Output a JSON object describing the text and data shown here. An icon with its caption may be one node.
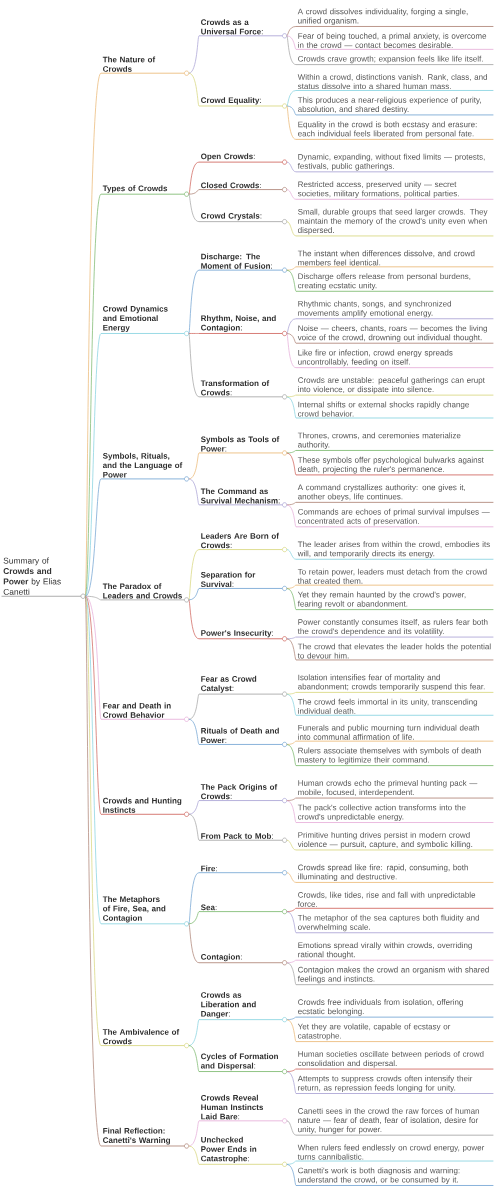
{
  "diagram": {
    "nodes": [
      {
        "text": [
          "Summary of **Crowds and Power** by Elias Canetti"
        ]
      },
      {
        "text": [
          "The Nature of Crowds"
        ]
      },
      {
        "text": [
          "**Crowds as a Universal Force**:"
        ]
      },
      {
        "text": [
          "A crowd dissolves individuality, forging a single, unified organism."
        ]
      },
      {
        "text": [
          "Fear of being touched, a primal anxiety, is overcome in the crowd — contact becomes desirable."
        ]
      },
      {
        "text": [
          "Crowds crave growth; expansion feels like life itself."
        ]
      },
      {
        "text": [
          "**Crowd Equality**:"
        ]
      },
      {
        "text": [
          "Within a crowd, distinctions vanish. Rank, class, and status dissolve into a shared human mass."
        ]
      },
      {
        "text": [
          "This produces a near-religious experience of purity, absolution, and shared destiny."
        ]
      },
      {
        "text": [
          "Equality in the crowd is both ecstasy and erasure: each individual feels liberated from personal fate."
        ]
      },
      {
        "text": [
          "Types of Crowds"
        ]
      },
      {
        "text": [
          "**Open Crowds**:"
        ]
      },
      {
        "text": [
          "Dynamic, expanding, without fixed limits — protests, festivals, public gatherings."
        ]
      },
      {
        "text": [
          "**Closed Crowds**:"
        ]
      },
      {
        "text": [
          "Restricted access, preserved unity — secret societies, military formations, political parties."
        ]
      },
      {
        "text": [
          "**Crowd Crystals**:"
        ]
      },
      {
        "text": [
          "Small, durable groups that seed larger crowds. They maintain the memory of the crowd's unity even when dispersed."
        ]
      },
      {
        "text": [
          "Crowd Dynamics and Emotional Energy"
        ]
      },
      {
        "text": [
          "**Discharge: The Moment of Fusion**:"
        ]
      },
      {
        "text": [
          "The instant when differences dissolve, and crowd members feel identical."
        ]
      },
      {
        "text": [
          "Discharge offers release from personal burdens, creating ecstatic unity."
        ]
      },
      {
        "text": [
          "**Rhythm, Noise, and Contagion**:"
        ]
      },
      {
        "text": [
          "Rhythmic chants, songs, and synchronized movements amplify emotional energy."
        ]
      },
      {
        "text": [
          "Noise — cheers, chants, roars — becomes the living voice of the crowd, drowning out individual thought."
        ]
      },
      {
        "text": [
          "Like fire or infection, crowd energy spreads uncontrollably, feeding on itself."
        ]
      },
      {
        "text": [
          "**Transformation of Crowds**:"
        ]
      },
      {
        "text": [
          "Crowds are unstable: peaceful gatherings can erupt into violence, or dissipate into silence."
        ]
      },
      {
        "text": [
          "Internal shifts or external shocks rapidly change crowd behavior."
        ]
      },
      {
        "text": [
          "Symbols, Rituals, and the Language of Power"
        ]
      },
      {
        "text": [
          "**Symbols as Tools of Power**:"
        ]
      },
      {
        "text": [
          "Thrones, crowns, and ceremonies materialize authority."
        ]
      },
      {
        "text": [
          "These symbols offer psychological bulwarks against death, projecting the ruler's permanence."
        ]
      },
      {
        "text": [
          "**The Command as Survival Mechanism**:"
        ]
      },
      {
        "text": [
          "A command crystallizes authority: one gives it, another obeys, life continues."
        ]
      },
      {
        "text": [
          "Commands are echoes of primal survival impulses — concentrated acts of preservation."
        ]
      },
      {
        "text": [
          "The Paradox of Leaders and Crowds"
        ]
      },
      {
        "text": [
          "**Leaders Are Born of Crowds**:"
        ]
      },
      {
        "text": [
          "The leader arises from within the crowd, embodies its will, and temporarily directs its energy."
        ]
      },
      {
        "text": [
          "**Separation for Survival**:"
        ]
      },
      {
        "text": [
          "To retain power, leaders must detach from the crowd that created them."
        ]
      },
      {
        "text": [
          "Yet they remain haunted by the crowd's power, fearing revolt or abandonment."
        ]
      },
      {
        "text": [
          "**Power's Insecurity**:"
        ]
      },
      {
        "text": [
          "Power constantly consumes itself, as rulers fear both the crowd's dependence and its volatility."
        ]
      },
      {
        "text": [
          "The crowd that elevates the leader holds the potential to devour him."
        ]
      },
      {
        "text": [
          "Fear and Death in Crowd Behavior"
        ]
      },
      {
        "text": [
          "**Fear as Crowd Catalyst**:"
        ]
      },
      {
        "text": [
          "Isolation intensifies fear of mortality and abandonment; crowds temporarily suspend this fear."
        ]
      },
      {
        "text": [
          "The crowd feels immortal in its unity, transcending individual death."
        ]
      },
      {
        "text": [
          "**Rituals of Death and Power**:"
        ]
      },
      {
        "text": [
          "Funerals and public mourning turn individual death into communal affirmation of life."
        ]
      },
      {
        "text": [
          "Rulers associate themselves with symbols of death mastery to legitimize their command."
        ]
      },
      {
        "text": [
          "Crowds and Hunting Instincts"
        ]
      },
      {
        "text": [
          "**The Pack Origins of Crowds**:"
        ]
      },
      {
        "text": [
          "Human crowds echo the primeval hunting pack — mobile, focused, interdependent."
        ]
      },
      {
        "text": [
          "The pack's collective action transforms into the crowd's unpredictable energy."
        ]
      },
      {
        "text": [
          "**From Pack to Mob**:"
        ]
      },
      {
        "text": [
          "Primitive hunting drives persist in modern crowd violence — pursuit, capture, and symbolic killing."
        ]
      },
      {
        "text": [
          "The Metaphors of Fire, Sea, and Contagion"
        ]
      },
      {
        "text": [
          "**Fire**:"
        ]
      },
      {
        "text": [
          "Crowds spread like fire: rapid, consuming, both illuminating and destructive."
        ]
      },
      {
        "text": [
          "**Sea**:"
        ]
      },
      {
        "text": [
          "Crowds, like tides, rise and fall with unpredictable force."
        ]
      },
      {
        "text": [
          "The metaphor of the sea captures both fluidity and overwhelming scale."
        ]
      },
      {
        "text": [
          "**Contagion**:"
        ]
      },
      {
        "text": [
          "Emotions spread virally within crowds, overriding rational thought."
        ]
      },
      {
        "text": [
          "Contagion makes the crowd an organism with shared feelings and instincts."
        ]
      },
      {
        "text": [
          "The Ambivalence of Crowds"
        ]
      },
      {
        "text": [
          "**Crowds as Liberation and Danger**:"
        ]
      },
      {
        "text": [
          "Crowds free individuals from isolation, offering ecstatic belonging."
        ]
      },
      {
        "text": [
          "Yet they are volatile, capable of ecstasy or catastrophe."
        ]
      },
      {
        "text": [
          "**Cycles of Formation and Dispersal**:"
        ]
      },
      {
        "text": [
          "Human societies oscillate between periods of crowd consolidation and dispersal."
        ]
      },
      {
        "text": [
          "Attempts to suppress crowds often intensify their return, as repression feeds longing for unity."
        ]
      },
      {
        "text": [
          "Final Reflection: Canetti's Warning"
        ]
      },
      {
        "text": [
          "**Crowds Reveal Human Instincts Laid Bare**:"
        ]
      },
      {
        "text": [
          "Canetti sees in the crowd the raw forces of human nature — fear of death, fear of isolation, desire for unity, hunger for power."
        ]
      },
      {
        "text": [
          "**Unchecked Power Ends in Catastrophe**:"
        ]
      },
      {
        "text": [
          "When rulers feed endlessly on crowd energy, power turns cannibalistic."
        ]
      },
      {
        "text": [
          "Canetti's work is both diagnosis and warning: understand the crowd, or be consumed by it."
        ]
      }
    ],
    "edges": [
      {
        "from": 0,
        "to": 1,
        "arrow": "none",
        "color": "#eab56f"
      },
      {
        "from": 1,
        "to": 2,
        "arrow": "none",
        "color": "#a59dd2"
      },
      {
        "from": 2,
        "to": 3,
        "arrow": "none",
        "color": "#a97c6e"
      },
      {
        "from": 2,
        "to": 4,
        "arrow": "none",
        "color": "#e4a9d7"
      },
      {
        "from": 2,
        "to": 5,
        "arrow": "none",
        "color": "#a0a0a0"
      },
      {
        "from": 1,
        "to": 6,
        "arrow": "none",
        "color": "#d6d477"
      },
      {
        "from": 6,
        "to": 7,
        "arrow": "none",
        "color": "#80d0de"
      },
      {
        "from": 6,
        "to": 8,
        "arrow": "none",
        "color": "#6b9fd0"
      },
      {
        "from": 6,
        "to": 9,
        "arrow": "none",
        "color": "#eab56f"
      },
      {
        "from": 0,
        "to": 10,
        "arrow": "none",
        "color": "#74b566"
      },
      {
        "from": 10,
        "to": 11,
        "arrow": "none",
        "color": "#cd5b53"
      },
      {
        "from": 11,
        "to": 12,
        "arrow": "none",
        "color": "#a59dd2"
      },
      {
        "from": 10,
        "to": 13,
        "arrow": "none",
        "color": "#a97c6e"
      },
      {
        "from": 13,
        "to": 14,
        "arrow": "none",
        "color": "#e4a9d7"
      },
      {
        "from": 10,
        "to": 15,
        "arrow": "none",
        "color": "#a0a0a0"
      },
      {
        "from": 15,
        "to": 16,
        "arrow": "none",
        "color": "#d6d477"
      },
      {
        "from": 0,
        "to": 17,
        "arrow": "none",
        "color": "#80d0de"
      },
      {
        "from": 17,
        "to": 18,
        "arrow": "none",
        "color": "#6b9fd0"
      },
      {
        "from": 18,
        "to": 19,
        "arrow": "none",
        "color": "#eab56f"
      },
      {
        "from": 18,
        "to": 20,
        "arrow": "none",
        "color": "#74b566"
      },
      {
        "from": 17,
        "to": 21,
        "arrow": "none",
        "color": "#cd5b53"
      },
      {
        "from": 21,
        "to": 22,
        "arrow": "none",
        "color": "#a59dd2"
      },
      {
        "from": 21,
        "to": 23,
        "arrow": "none",
        "color": "#a97c6e"
      },
      {
        "from": 21,
        "to": 24,
        "arrow": "none",
        "color": "#e4a9d7"
      },
      {
        "from": 17,
        "to": 25,
        "arrow": "none",
        "color": "#a0a0a0"
      },
      {
        "from": 25,
        "to": 26,
        "arrow": "none",
        "color": "#d6d477"
      },
      {
        "from": 25,
        "to": 27,
        "arrow": "none",
        "color": "#80d0de"
      },
      {
        "from": 0,
        "to": 28,
        "arrow": "none",
        "color": "#6b9fd0"
      },
      {
        "from": 28,
        "to": 29,
        "arrow": "none",
        "color": "#eab56f"
      },
      {
        "from": 29,
        "to": 30,
        "arrow": "none",
        "color": "#74b566"
      },
      {
        "from": 29,
        "to": 31,
        "arrow": "none",
        "color": "#cd5b53"
      },
      {
        "from": 28,
        "to": 32,
        "arrow": "none",
        "color": "#a59dd2"
      },
      {
        "from": 32,
        "to": 33,
        "arrow": "none",
        "color": "#a97c6e"
      },
      {
        "from": 32,
        "to": 34,
        "arrow": "none",
        "color": "#e4a9d7"
      },
      {
        "from": 0,
        "to": 35,
        "arrow": "none",
        "color": "#a0a0a0"
      },
      {
        "from": 35,
        "to": 36,
        "arrow": "none",
        "color": "#d6d477"
      },
      {
        "from": 36,
        "to": 37,
        "arrow": "none",
        "color": "#80d0de"
      },
      {
        "from": 35,
        "to": 38,
        "arrow": "none",
        "color": "#6b9fd0"
      },
      {
        "from": 38,
        "to": 39,
        "arrow": "none",
        "color": "#eab56f"
      },
      {
        "from": 38,
        "to": 40,
        "arrow": "none",
        "color": "#74b566"
      },
      {
        "from": 35,
        "to": 41,
        "arrow": "none",
        "color": "#cd5b53"
      },
      {
        "from": 41,
        "to": 42,
        "arrow": "none",
        "color": "#a59dd2"
      },
      {
        "from": 41,
        "to": 43,
        "arrow": "none",
        "color": "#a97c6e"
      },
      {
        "from": 0,
        "to": 44,
        "arrow": "none",
        "color": "#e4a9d7"
      },
      {
        "from": 44,
        "to": 45,
        "arrow": "none",
        "color": "#a0a0a0"
      },
      {
        "from": 45,
        "to": 46,
        "arrow": "none",
        "color": "#d6d477"
      },
      {
        "from": 45,
        "to": 47,
        "arrow": "none",
        "color": "#80d0de"
      },
      {
        "from": 44,
        "to": 48,
        "arrow": "none",
        "color": "#6b9fd0"
      },
      {
        "from": 48,
        "to": 49,
        "arrow": "none",
        "color": "#eab56f"
      },
      {
        "from": 48,
        "to": 50,
        "arrow": "none",
        "color": "#74b566"
      },
      {
        "from": 0,
        "to": 51,
        "arrow": "none",
        "color": "#cd5b53"
      },
      {
        "from": 51,
        "to": 52,
        "arrow": "none",
        "color": "#a59dd2"
      },
      {
        "from": 52,
        "to": 53,
        "arrow": "none",
        "color": "#a97c6e"
      },
      {
        "from": 52,
        "to": 54,
        "arrow": "none",
        "color": "#e4a9d7"
      },
      {
        "from": 51,
        "to": 55,
        "arrow": "none",
        "color": "#a0a0a0"
      },
      {
        "from": 55,
        "to": 56,
        "arrow": "none",
        "color": "#d6d477"
      },
      {
        "from": 0,
        "to": 57,
        "arrow": "none",
        "color": "#80d0de"
      },
      {
        "from": 57,
        "to": 58,
        "arrow": "none",
        "color": "#6b9fd0"
      },
      {
        "from": 58,
        "to": 59,
        "arrow": "none",
        "color": "#eab56f"
      },
      {
        "from": 57,
        "to": 60,
        "arrow": "none",
        "color": "#74b566"
      },
      {
        "from": 60,
        "to": 61,
        "arrow": "none",
        "color": "#cd5b53"
      },
      {
        "from": 60,
        "to": 62,
        "arrow": "none",
        "color": "#a59dd2"
      },
      {
        "from": 57,
        "to": 63,
        "arrow": "none",
        "color": "#a97c6e"
      },
      {
        "from": 63,
        "to": 64,
        "arrow": "none",
        "color": "#e4a9d7"
      },
      {
        "from": 63,
        "to": 65,
        "arrow": "none",
        "color": "#a0a0a0"
      },
      {
        "from": 0,
        "to": 66,
        "arrow": "none",
        "color": "#d6d477"
      },
      {
        "from": 66,
        "to": 67,
        "arrow": "none",
        "color": "#80d0de"
      },
      {
        "from": 67,
        "to": 68,
        "arrow": "none",
        "color": "#6b9fd0"
      },
      {
        "from": 67,
        "to": 69,
        "arrow": "none",
        "color": "#eab56f"
      },
      {
        "from": 66,
        "to": 70,
        "arrow": "none",
        "color": "#74b566"
      },
      {
        "from": 70,
        "to": 71,
        "arrow": "none",
        "color": "#cd5b53"
      },
      {
        "from": 70,
        "to": 72,
        "arrow": "none",
        "color": "#a59dd2"
      },
      {
        "from": 0,
        "to": 73,
        "arrow": "none",
        "color": "#a97c6e"
      },
      {
        "from": 73,
        "to": 74,
        "arrow": "none",
        "color": "#e4a9d7"
      },
      {
        "from": 74,
        "to": 75,
        "arrow": "none",
        "color": "#a0a0a0"
      },
      {
        "from": 73,
        "to": 76,
        "arrow": "none",
        "color": "#d6d477"
      },
      {
        "from": 76,
        "to": 77,
        "arrow": "none",
        "color": "#80d0de"
      },
      {
        "from": 76,
        "to": 78,
        "arrow": "none",
        "color": "#6b9fd0"
      }
    ]
  }
}
